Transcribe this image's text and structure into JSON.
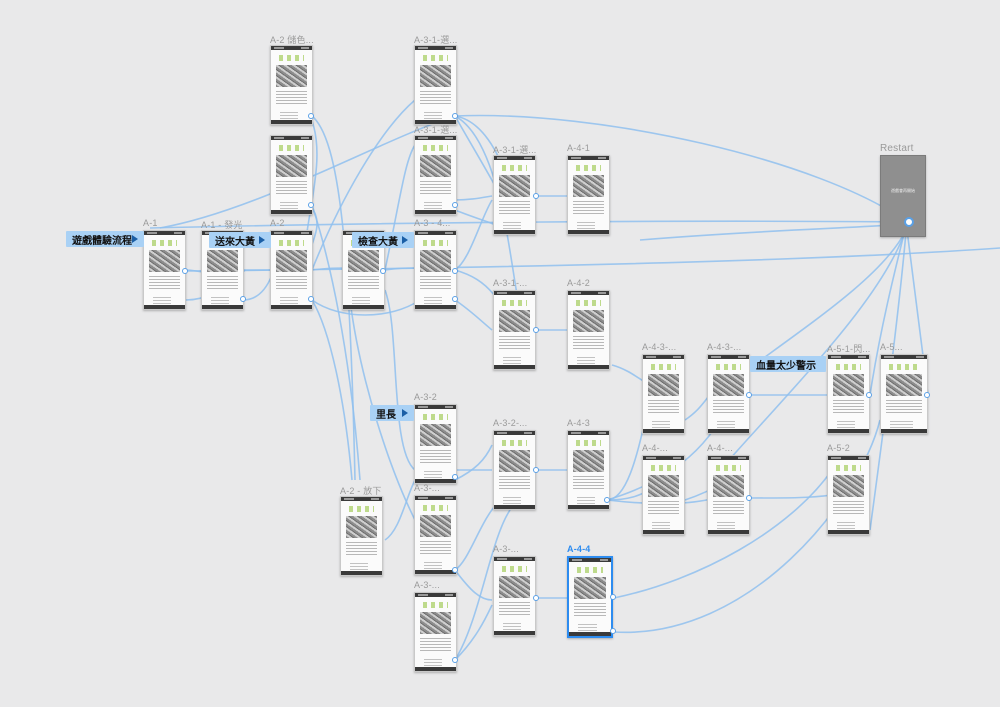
{
  "flows": [
    {
      "id": "flow-game",
      "label": "遊戲體驗流程"
    },
    {
      "id": "flow-send",
      "label": "送來大黃"
    },
    {
      "id": "flow-check",
      "label": "檢查大黃"
    },
    {
      "id": "flow-chief",
      "label": "里長"
    },
    {
      "id": "flow-blood",
      "label": "血量太少警示"
    }
  ],
  "artboards": [
    {
      "id": "a1",
      "label": "A-1"
    },
    {
      "id": "a1b",
      "label": "A-1 - 發光"
    },
    {
      "id": "a2t",
      "label": "A-2 儲色..."
    },
    {
      "id": "a2m",
      "label": ""
    },
    {
      "id": "a2",
      "label": "A-2"
    },
    {
      "id": "a2b",
      "label": "A-2 - 放下"
    },
    {
      "id": "a31",
      "label": "A-3-1-選..."
    },
    {
      "id": "a31b",
      "label": "A-3-1-選..."
    },
    {
      "id": "a3",
      "label": "A-3 - 4..."
    },
    {
      "id": "a31c",
      "label": "A-3-1-選..."
    },
    {
      "id": "a3d",
      "label": "A-3-1-..."
    },
    {
      "id": "a32",
      "label": "A-3-2"
    },
    {
      "id": "a32b",
      "label": "A-3-..."
    },
    {
      "id": "a32c",
      "label": "A-3-..."
    },
    {
      "id": "a322",
      "label": "A-3-2-..."
    },
    {
      "id": "a323",
      "label": "A-3-..."
    },
    {
      "id": "a41",
      "label": "A-4-1"
    },
    {
      "id": "a42",
      "label": "A-4-2"
    },
    {
      "id": "a43",
      "label": "A-4-3"
    },
    {
      "id": "a44",
      "label": "A-4-4"
    },
    {
      "id": "a43a",
      "label": "A-4-3-..."
    },
    {
      "id": "a43b",
      "label": "A-4-3-..."
    },
    {
      "id": "a43c",
      "label": "A-4-..."
    },
    {
      "id": "a43d",
      "label": "A-4-..."
    },
    {
      "id": "a51",
      "label": "A-5-1-閃..."
    },
    {
      "id": "a5x",
      "label": "A-5..."
    },
    {
      "id": "a52",
      "label": "A-5-2"
    },
    {
      "id": "restart",
      "label": "Restart"
    }
  ],
  "restart_text": "遊戲會再開始"
}
